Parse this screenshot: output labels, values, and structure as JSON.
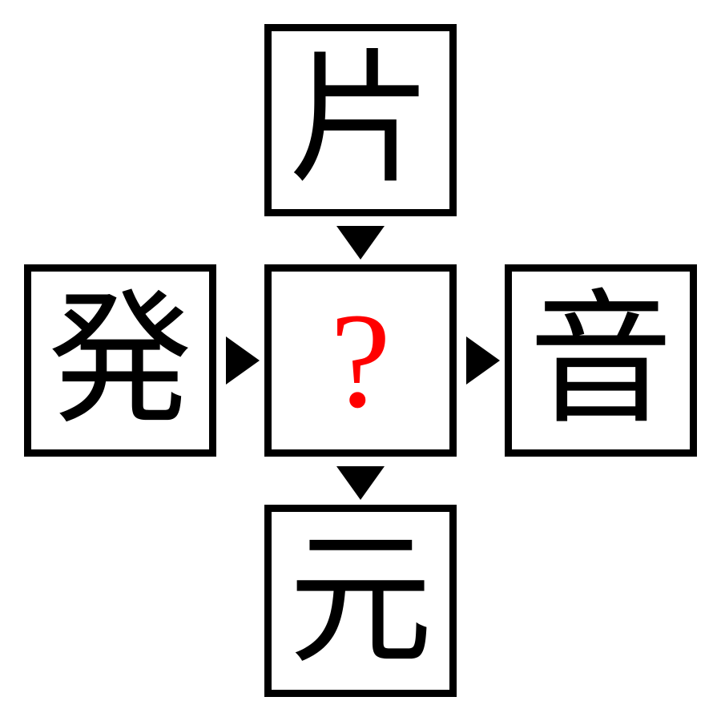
{
  "puzzle": {
    "top": "片",
    "left": "発",
    "center": "?",
    "right": "音",
    "bottom": "元"
  },
  "colors": {
    "border": "#000000",
    "text": "#000000",
    "question": "#ff0000",
    "background": "#ffffff"
  },
  "icons": {
    "arrow_down": "black-down-pointing-triangle",
    "arrow_right": "black-right-pointing-triangle"
  }
}
